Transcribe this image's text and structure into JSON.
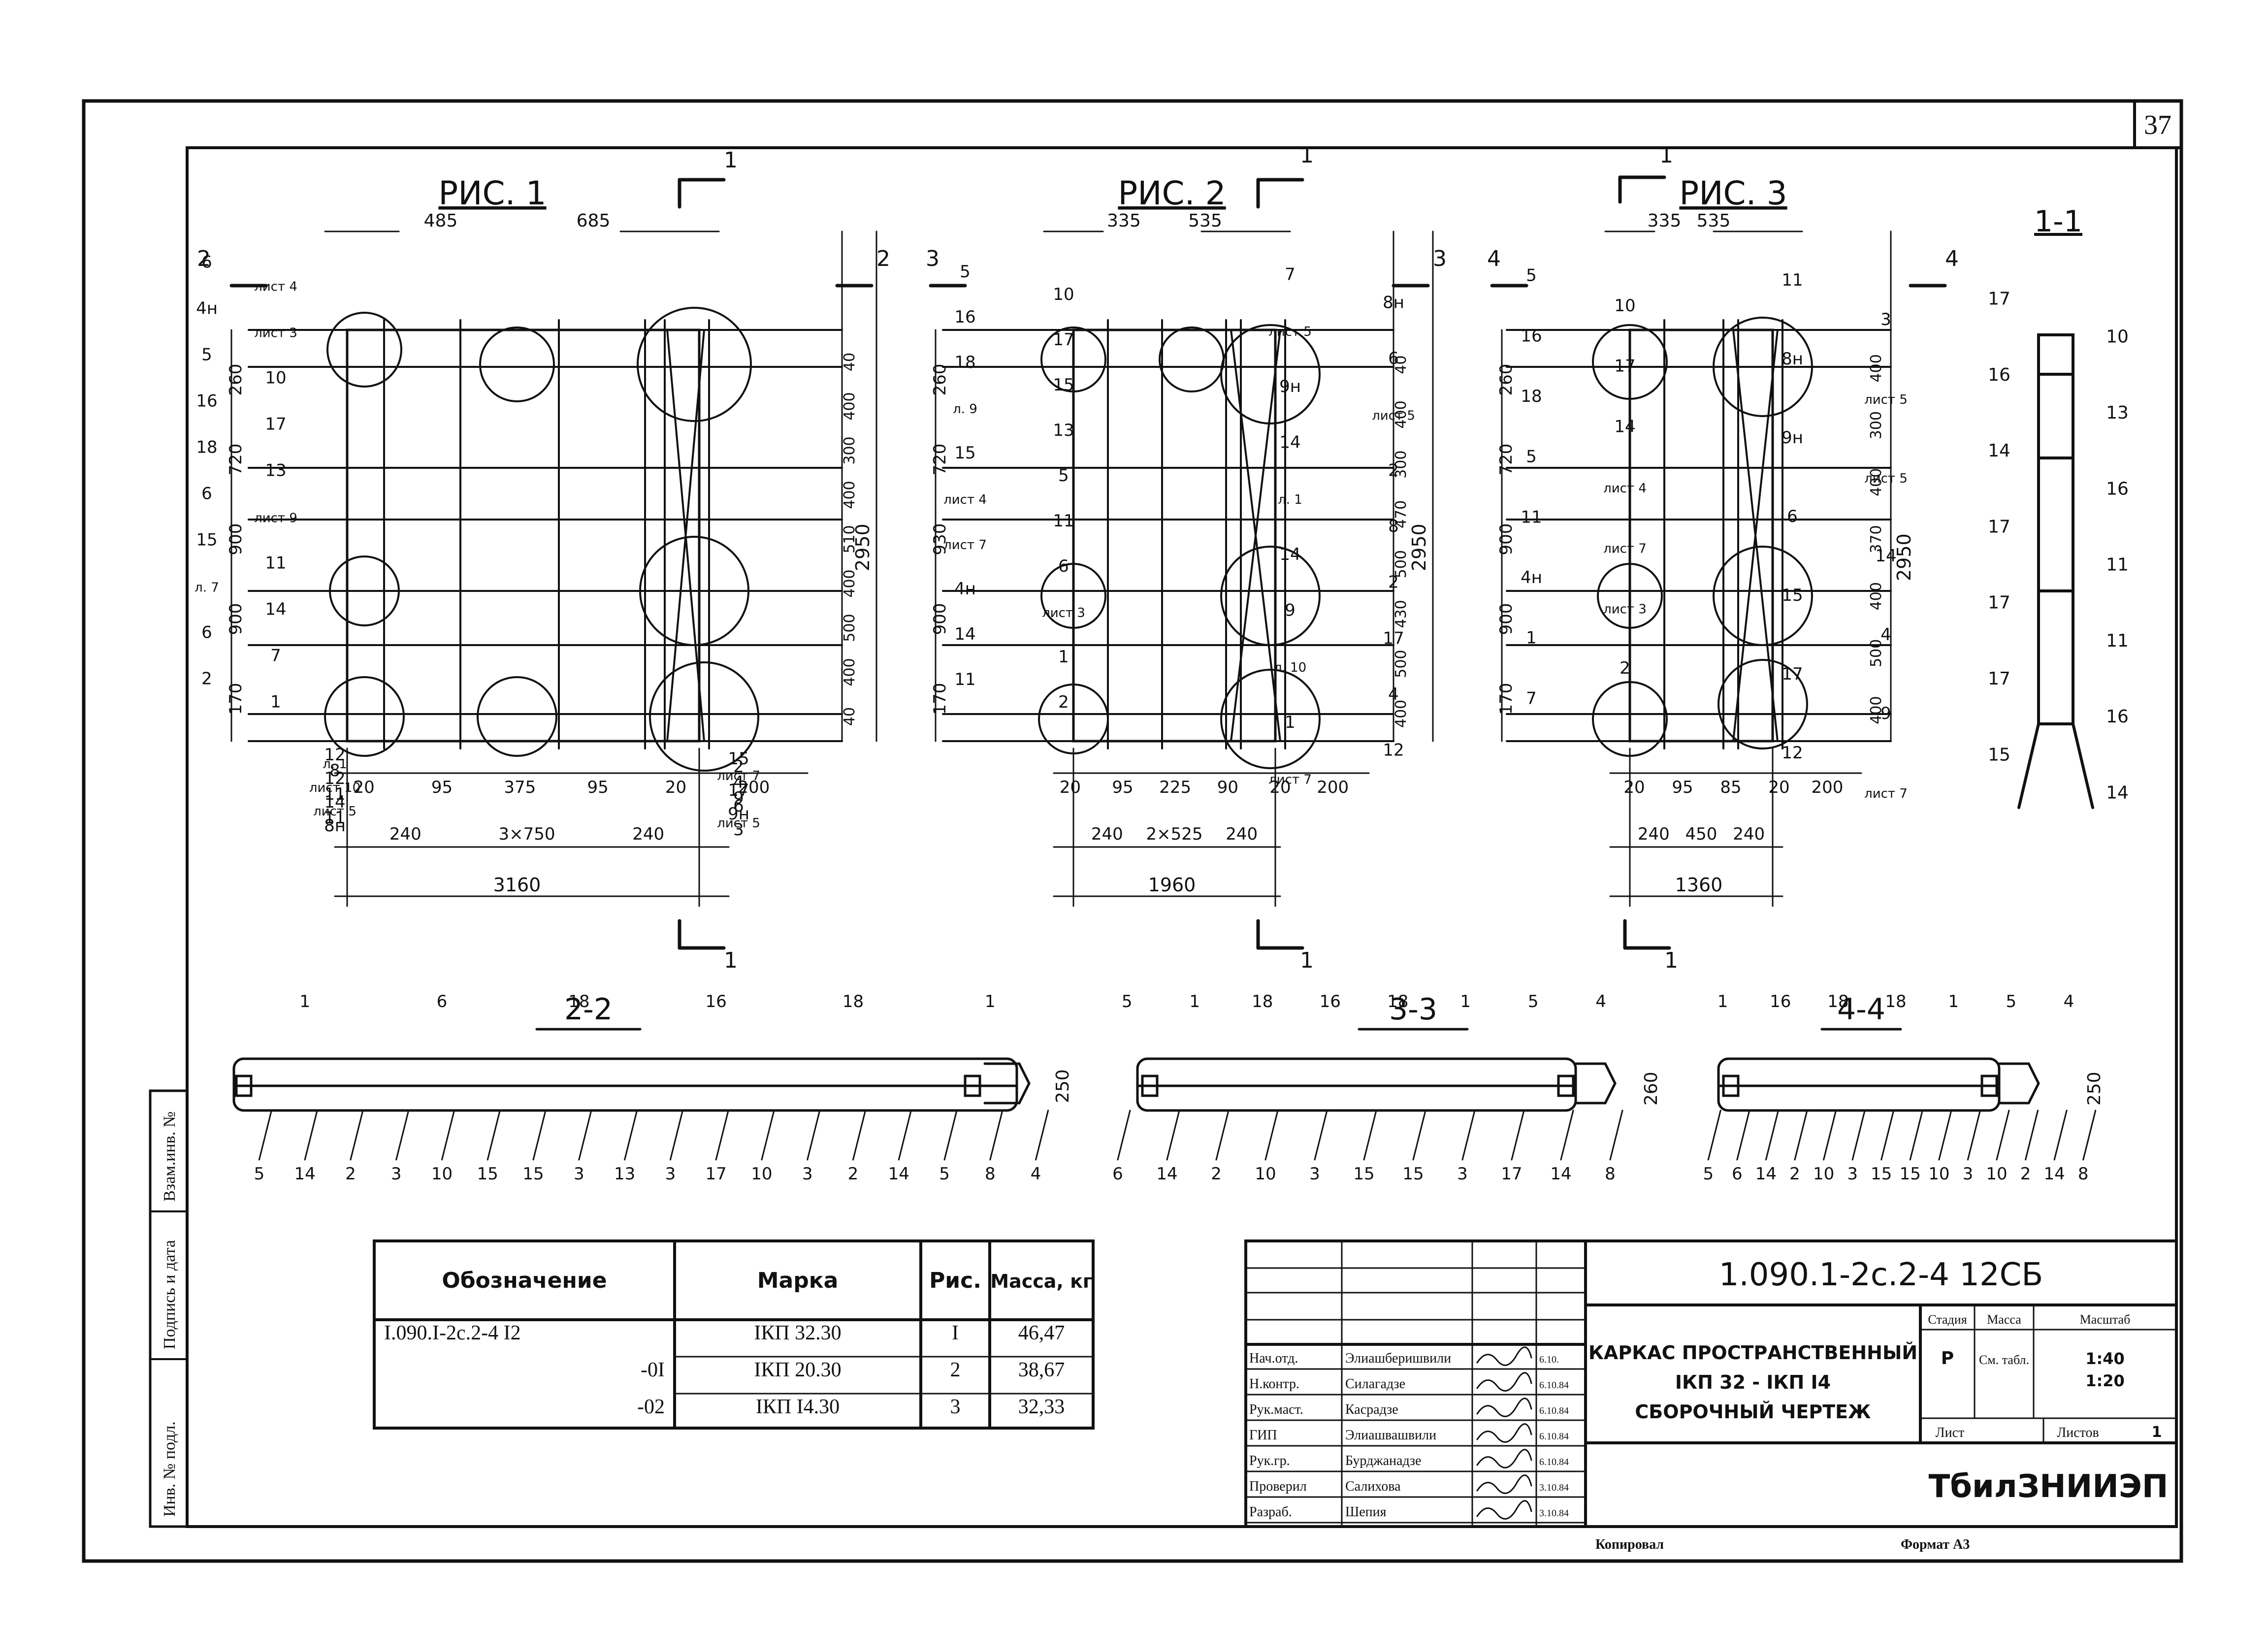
{
  "sheet": {
    "page_no": "37",
    "format_label": "Формат А3",
    "copied_label": "Копировал"
  },
  "figures": [
    {
      "title": "РИС. 1",
      "dims_top": [
        "485",
        "685"
      ],
      "dims_left": [
        "260",
        "720",
        "900",
        "900",
        "170"
      ],
      "dims_right": [
        "40",
        "400",
        "300",
        "400",
        "510",
        "400",
        "500",
        "400",
        "40"
      ],
      "dim_total_height": "2950",
      "dims_bottom": [
        "20",
        "95",
        "375",
        "95",
        "20",
        "200"
      ],
      "dims_base": [
        "240",
        "3×750",
        "240"
      ],
      "total_width": "3160",
      "callouts": [
        "6",
        "лист 4",
        "4н",
        "лист 3",
        "5",
        "10",
        "16",
        "17",
        "18",
        "13",
        "6",
        "лист 9",
        "15",
        "11",
        "л. 7",
        "14",
        "6",
        "7",
        "2",
        "1",
        "3",
        "8н",
        "лист 5",
        "11",
        "9н",
        "лист 5",
        "6",
        "14",
        "9",
        "11",
        "17",
        "лист 10",
        "4",
        "12",
        "лист 7",
        "8",
        "2",
        "л. 1",
        "15",
        "12"
      ],
      "section_marks": [
        "1",
        "1",
        "2",
        "2"
      ]
    },
    {
      "title": "РИС. 2",
      "dims_top": [
        "335",
        "535"
      ],
      "dims_left": [
        "260",
        "720",
        "930",
        "900",
        "170"
      ],
      "dims_right": [
        "40",
        "400",
        "300",
        "470",
        "500",
        "430",
        "500",
        "400"
      ],
      "dim_total_height": "2950",
      "dims_bottom": [
        "20",
        "95",
        "225",
        "90",
        "20",
        "200"
      ],
      "dims_base": [
        "240",
        "2×525",
        "240"
      ],
      "total_width": "1960",
      "callouts": [
        "5",
        "10",
        "16",
        "17",
        "18",
        "15",
        "л. 9",
        "13",
        "15",
        "5",
        "лист 4",
        "11",
        "лист 7",
        "6",
        "4н",
        "лист 3",
        "14",
        "1",
        "11",
        "2",
        "7",
        "8н",
        "лист 5",
        "6",
        "9н",
        "лист 5",
        "14",
        "2",
        "л. 1",
        "8",
        "14",
        "2",
        "9",
        "17",
        "л. 10",
        "4",
        "1",
        "12",
        "лист 7"
      ],
      "section_marks": [
        "1",
        "1",
        "3",
        "3"
      ]
    },
    {
      "title": "РИС. 3",
      "dims_top": [
        "335",
        "535"
      ],
      "dims_left": [
        "260",
        "720",
        "900",
        "900",
        "170"
      ],
      "dims_right": [
        "400",
        "300",
        "400",
        "370",
        "400",
        "500",
        "400"
      ],
      "dim_total_height": "2950",
      "dims_bottom": [
        "20",
        "95",
        "85",
        "20",
        "200"
      ],
      "dims_base": [
        "240",
        "450",
        "240"
      ],
      "total_width": "1360",
      "callouts": [
        "5",
        "10",
        "16",
        "17",
        "18",
        "14",
        "5",
        "лист 4",
        "11",
        "лист 7",
        "4н",
        "лист 3",
        "1",
        "2",
        "7",
        "11",
        "3",
        "8н",
        "лист 5",
        "9н",
        "лист 5",
        "6",
        "14",
        "15",
        "4",
        "17",
        "9",
        "12",
        "лист 7"
      ],
      "section_marks": [
        "1",
        "1",
        "4",
        "4"
      ]
    }
  ],
  "section_1_1": {
    "title": "1-1",
    "callouts": [
      "17",
      "10",
      "16",
      "13",
      "14",
      "16",
      "17",
      "11",
      "17",
      "11",
      "17",
      "16",
      "15",
      "14"
    ]
  },
  "sections_bottom": [
    {
      "title": "2-2",
      "height_dim": "250",
      "top_callouts": [
        "1",
        "6",
        "18",
        "16",
        "18",
        "1"
      ],
      "bottom_callouts": [
        "5",
        "14",
        "2",
        "3",
        "10",
        "15",
        "15",
        "3",
        "13",
        "3",
        "17",
        "10",
        "3",
        "2",
        "14",
        "5",
        "8",
        "4"
      ]
    },
    {
      "title": "3-3",
      "height_dim": "260",
      "top_callouts": [
        "5",
        "1",
        "18",
        "16",
        "18",
        "1",
        "5",
        "4"
      ],
      "bottom_callouts": [
        "6",
        "14",
        "2",
        "10",
        "3",
        "15",
        "15",
        "3",
        "17",
        "14",
        "8"
      ]
    },
    {
      "title": "4-4",
      "height_dim": "250",
      "top_callouts": [
        "1",
        "16",
        "18",
        "18",
        "1",
        "5",
        "4"
      ],
      "bottom_callouts": [
        "5",
        "6",
        "14",
        "2",
        "10",
        "3",
        "15",
        "15",
        "10",
        "3",
        "10",
        "2",
        "14",
        "8"
      ]
    }
  ],
  "spec_table": {
    "headers": [
      "Обозначение",
      "Марка",
      "Рис.",
      "Масса, кг"
    ],
    "rows": [
      [
        "I.090.I-2с.2-4 I2",
        "IКП 32.30",
        "I",
        "46,47"
      ],
      [
        "-0I",
        "IКП 20.30",
        "2",
        "38,67"
      ],
      [
        "-02",
        "IКП I4.30",
        "3",
        "32,33"
      ]
    ]
  },
  "left_strip": [
    "Взам.инв. №",
    "Подпись и дата",
    "Инв. № подл."
  ],
  "title_block": {
    "code": "1.090.1-2с.2-4 12СБ",
    "name_lines": [
      "КАРКАС ПРОСТРАНСТВЕННЫЙ",
      "IКП 32 - IКП I4",
      "СБОРОЧНЫЙ ЧЕРТЕЖ"
    ],
    "stage_headers": [
      "Стадия",
      "Масса",
      "Масштаб"
    ],
    "stage": "Р",
    "mass": "См. табл.",
    "scale": [
      "1:40",
      "1:20"
    ],
    "sheet_label": "Лист",
    "sheets_label": "Листов",
    "sheets_count": "1",
    "org": "ТбилЗНИИЭП",
    "signatures": [
      {
        "role": "Нач.отд.",
        "name": "Элиашберишвили",
        "date": "6.10."
      },
      {
        "role": "Н.контр.",
        "name": "Силагадзе",
        "date": "6.10.84"
      },
      {
        "role": "Рук.маст.",
        "name": "Касрадзе",
        "date": "6.10.84"
      },
      {
        "role": "ГИП",
        "name": "Элиашвашвили",
        "date": "6.10.84"
      },
      {
        "role": "Рук.гр.",
        "name": "Бурджанадзе",
        "date": "6.10.84"
      },
      {
        "role": "Проверил",
        "name": "Салихова",
        "date": "3.10.84"
      },
      {
        "role": "Разраб.",
        "name": "Шепия",
        "date": "3.10.84"
      }
    ]
  }
}
